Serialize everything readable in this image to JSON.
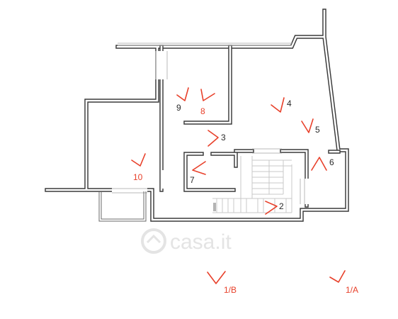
{
  "colors": {
    "wall": "#3a3a3a",
    "marker": "#e8402a",
    "watermark": "#e4e4e4"
  },
  "watermark": {
    "text": "casa.it"
  },
  "viewpoints": [
    {
      "id": "vp-10",
      "label": "10"
    },
    {
      "id": "vp-9",
      "label": "9"
    },
    {
      "id": "vp-8",
      "label": "8"
    },
    {
      "id": "vp-3",
      "label": "3"
    },
    {
      "id": "vp-4",
      "label": "4"
    },
    {
      "id": "vp-5",
      "label": "5"
    },
    {
      "id": "vp-6",
      "label": "6"
    },
    {
      "id": "vp-7",
      "label": "7"
    },
    {
      "id": "vp-2",
      "label": "2"
    },
    {
      "id": "vp-1b",
      "label": "1/B"
    },
    {
      "id": "vp-1a",
      "label": "1/A"
    }
  ]
}
